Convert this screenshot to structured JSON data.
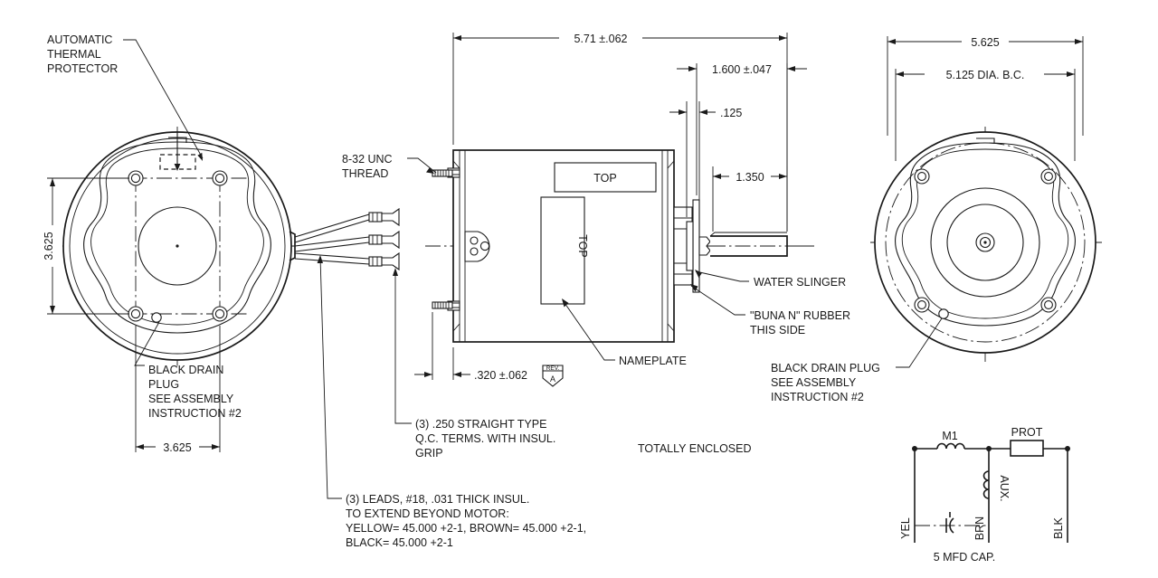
{
  "drawing": {
    "type": "mechanical-engineering-drawing",
    "subject": "electric motor outline drawing",
    "background_color": "#ffffff",
    "line_color": "#1a1a1a"
  },
  "left_view": {
    "name": "lead-end-face-view",
    "callouts": {
      "thermal_protector": "AUTOMATIC\nTHERMAL\nPROTECTOR",
      "thermal_protector_l1": "AUTOMATIC",
      "thermal_protector_l2": "THERMAL",
      "thermal_protector_l3": "PROTECTOR",
      "drain_plug_l1": "BLACK DRAIN",
      "drain_plug_l2": "PLUG",
      "drain_plug_l3": "SEE ASSEMBLY",
      "drain_plug_l4": "INSTRUCTION #2"
    },
    "dimensions": {
      "vertical": "3.625",
      "horizontal": "3.625"
    }
  },
  "center_view": {
    "name": "motor-side-elevation",
    "dimensions": {
      "overall_length": "5.71 ±.062",
      "shaft_extension": "1.600 ±.047",
      "slinger_thickness": ".125",
      "shaft_length": "1.350",
      "lead_end_offset": ".320 ±.062"
    },
    "labels": {
      "top_horizontal": "TOP",
      "top_vertical": "TOP",
      "revision_header": "REV.",
      "revision_letter": "A"
    },
    "callouts": {
      "thread_l1": "8-32 UNC",
      "thread_l2": "THREAD",
      "nameplate": "NAMEPLATE",
      "water_slinger": "WATER SLINGER",
      "buna_l1": "\"BUNA N\" RUBBER",
      "buna_l2": "THIS SIDE",
      "terminals_l1": "(3) .250 STRAIGHT TYPE",
      "terminals_l2": "Q.C. TERMS. WITH INSUL.",
      "terminals_l3": "GRIP",
      "leads_l1": "(3) LEADS, #18, .031 THICK INSUL.",
      "leads_l2": "TO EXTEND BEYOND MOTOR:",
      "leads_l3": "YELLOW= 45.000 +2-1, BROWN= 45.000 +2-1,",
      "leads_l4": "BLACK= 45.000 +2-1",
      "enclosure": "TOTALLY ENCLOSED"
    }
  },
  "right_view": {
    "name": "shaft-end-face-view",
    "dimensions": {
      "outer_diameter": "5.625",
      "bolt_circle": "5.125  DIA. B.C."
    },
    "callouts": {
      "drain_plug_l1": "BLACK DRAIN PLUG",
      "drain_plug_l2": "SEE ASSEMBLY",
      "drain_plug_l3": "INSTRUCTION #2"
    }
  },
  "schematic": {
    "name": "wiring-diagram",
    "title": "5 MFD CAP.",
    "components": {
      "main_winding": "M1",
      "protector": "PROT",
      "aux_winding": "AUX."
    },
    "leads": {
      "yellow": "YEL",
      "brown": "BRN",
      "black": "BLK"
    }
  }
}
